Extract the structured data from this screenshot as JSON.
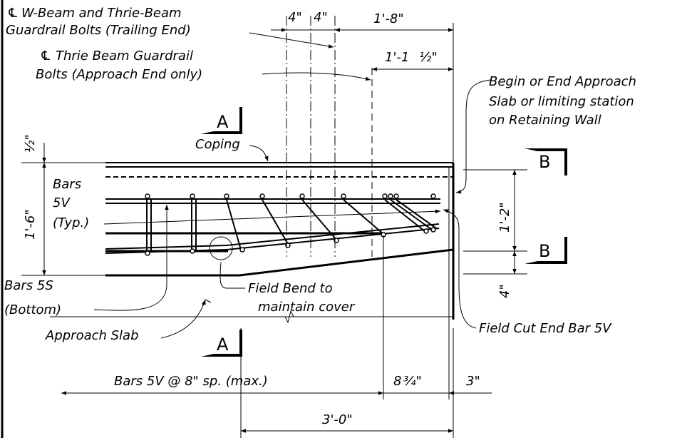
{
  "labels": {
    "wbeam_line1": "W-Beam and Thrie-Beam",
    "wbeam_line2": "Guardrail Bolts (Trailing End)",
    "thrie_line1": "Thrie Beam Guardrail",
    "thrie_line2": "Bolts (Approach End only)",
    "begin_line1": "Begin or End Approach",
    "begin_line2": "Slab or limiting station",
    "begin_line3": "on Retaining Wall",
    "coping": "Coping",
    "bars5v_line1": "Bars",
    "bars5v_line2": "5V",
    "bars5v_line3": "(Typ.)",
    "bars5s_line1": "Bars 5S",
    "bars5s_line2": "(Bottom)",
    "field_bend_line1": "Field Bend to",
    "field_bend_line2": "maintain cover",
    "approach_slab": "Approach Slab",
    "field_cut": "Field Cut End Bar 5V",
    "spacing_note": "Bars 5V @ 8\" sp. (max.)",
    "centerline_symbol": "℄"
  },
  "section_marks": {
    "a_top": "A",
    "a_bottom": "A",
    "b_top": "B",
    "b_bottom": "B"
  },
  "dimensions": {
    "d_4in_a": "4\"",
    "d_4in_b": "4\"",
    "d_1ft8in": "1'-8\"",
    "d_1ft1half_main": "1'-1",
    "d_1ft1half_frac": "½\"",
    "d_half_in": "½\"",
    "d_1ft6in": "1'-6\"",
    "d_1ft2in": "1'-2\"",
    "d_4in_side": "4\"",
    "d_8_34_main": "8",
    "d_8_34_frac": "¾\"",
    "d_3in": "3\"",
    "d_3ft0in": "3'-0\""
  }
}
